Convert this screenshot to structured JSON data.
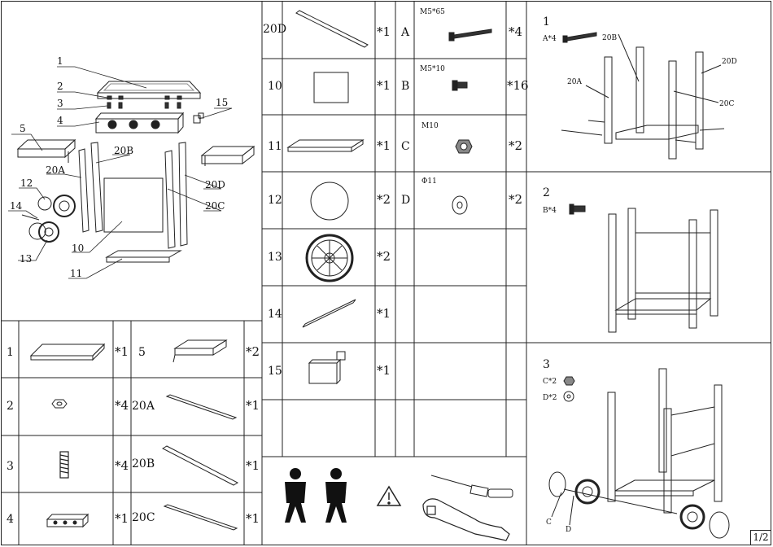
{
  "page_number": "1/2",
  "exploded_view": {
    "callouts": [
      "1",
      "2",
      "3",
      "4",
      "5",
      "15",
      "20A",
      "20B",
      "20D",
      "20C",
      "12",
      "14",
      "10",
      "13",
      "11"
    ]
  },
  "parts_left": [
    {
      "id": "1",
      "qty": "*1"
    },
    {
      "id": "5",
      "qty": "*2"
    },
    {
      "id": "2",
      "qty": "*4"
    },
    {
      "id": "20A",
      "qty": "*1"
    },
    {
      "id": "3",
      "qty": "*4"
    },
    {
      "id": "20B",
      "qty": "*1"
    },
    {
      "id": "4",
      "qty": "*1"
    },
    {
      "id": "20C",
      "qty": "*1"
    }
  ],
  "parts_mid": [
    {
      "id": "20D",
      "qty": "*1"
    },
    {
      "id": "10",
      "qty": "*1"
    },
    {
      "id": "11",
      "qty": "*1"
    },
    {
      "id": "12",
      "qty": "*2"
    },
    {
      "id": "13",
      "qty": "*2"
    },
    {
      "id": "14",
      "qty": "*1"
    },
    {
      "id": "15",
      "qty": "*1"
    }
  ],
  "hardware": [
    {
      "letter": "A",
      "spec": "M5*65",
      "qty": "*4"
    },
    {
      "letter": "B",
      "spec": "M5*10",
      "qty": "*16"
    },
    {
      "letter": "C",
      "spec": "M10",
      "qty": "*2"
    },
    {
      "letter": "D",
      "spec": "Φ11",
      "qty": "*2"
    }
  ],
  "steps": [
    {
      "number": "1",
      "hardware": "A*4",
      "labels": [
        "20B",
        "20D",
        "20A",
        "20C"
      ]
    },
    {
      "number": "2",
      "hardware": "B*4"
    },
    {
      "number": "3",
      "hardware_c": "C*2",
      "hardware_d": "D*2",
      "labels": [
        "C",
        "D"
      ]
    }
  ]
}
